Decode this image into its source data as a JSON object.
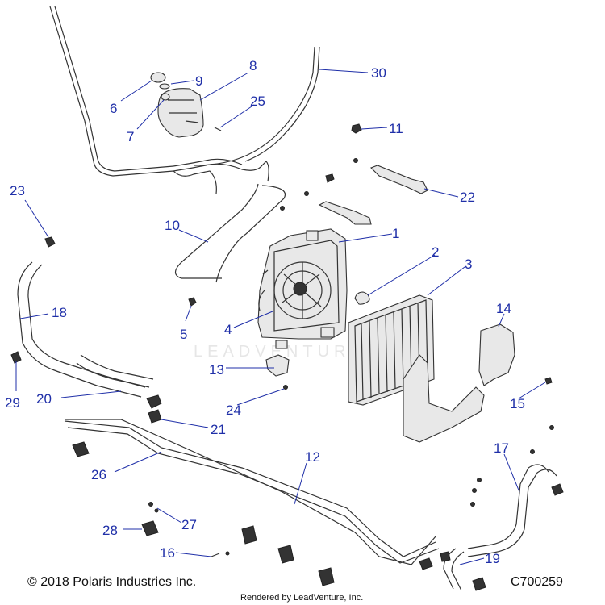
{
  "diagram": {
    "diagram_id": "C700259",
    "copyright": "© 2018 Polaris Industries Inc.",
    "rendered_by": "Rendered by LeadVenture, Inc.",
    "watermark": "LEADVENTURE",
    "callouts": [
      "1",
      "2",
      "3",
      "4",
      "5",
      "6",
      "7",
      "8",
      "9",
      "10",
      "11",
      "12",
      "13",
      "14",
      "15",
      "16",
      "17",
      "18",
      "19",
      "20",
      "21",
      "22",
      "23",
      "24",
      "25",
      "26",
      "27",
      "28",
      "29",
      "30"
    ],
    "accent_color": "#1f2fa8"
  }
}
